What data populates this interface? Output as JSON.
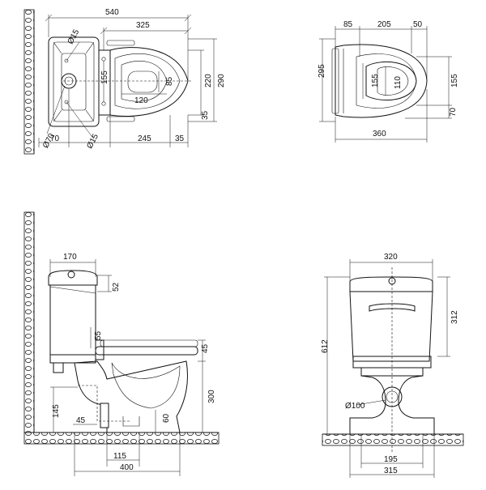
{
  "top_view": {
    "overall_width": "540",
    "bowl_width": "325",
    "hole_d15_top": "Ø15",
    "hole_d15_bottom": "Ø15",
    "flush_d70": "Ø70",
    "tank_depth": "155",
    "seat_hole": "85",
    "seat_width": "120",
    "height_220": "220",
    "height_290": "290",
    "offset_35_top": "35",
    "offset_35_side": "35",
    "dist_70": "70",
    "dist_245": "245",
    "dist_35": "35"
  },
  "seat_view": {
    "w85": "85",
    "w205": "205",
    "w50": "50",
    "h295": "295",
    "h155_left": "155",
    "h110": "110",
    "h155_right": "155",
    "h70": "70",
    "w360": "360"
  },
  "side_view": {
    "tank_width": "170",
    "lid_52": "52",
    "d55": "55",
    "d45_right": "45",
    "height_300": "300",
    "height_145": "145",
    "d45_inner": "45",
    "d60": "60",
    "w115": "115",
    "w400": "400"
  },
  "front_view": {
    "tank_width": "320",
    "tank_height": "312",
    "total_height": "612",
    "outlet": "Ø100",
    "base_195": "195",
    "base_315": "315"
  }
}
